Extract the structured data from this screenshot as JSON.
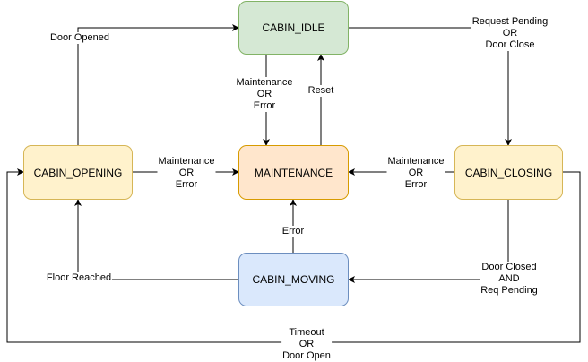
{
  "colors": {
    "idle_fill": "#d5e8d4",
    "idle_border": "#82b366",
    "opening_fill": "#fff2cc",
    "opening_border": "#d6b656",
    "closing_fill": "#fff2cc",
    "closing_border": "#d6b656",
    "maint_fill": "#ffe6cc",
    "maint_border": "#d79b00",
    "moving_fill": "#dae8fc",
    "moving_border": "#6c8ebf",
    "edge": "#000000"
  },
  "states": {
    "idle": "CABIN_IDLE",
    "opening": "CABIN_OPENING",
    "maintenance": "MAINTENANCE",
    "closing": "CABIN_CLOSING",
    "moving": "CABIN_MOVING"
  },
  "edges": {
    "door_opened": [
      "Door Opened"
    ],
    "request_pending": [
      "Request Pending",
      "OR",
      "Door Close"
    ],
    "idle_to_maint": [
      "Maintenance",
      "OR",
      "Error"
    ],
    "reset": [
      "Reset"
    ],
    "opening_to_maint": [
      "Maintenance",
      "OR",
      "Error"
    ],
    "closing_to_maint": [
      "Maintenance",
      "OR",
      "Error"
    ],
    "moving_error": [
      "Error"
    ],
    "floor_reached": [
      "Floor Reached"
    ],
    "door_closed": [
      "Door Closed",
      "AND",
      "Req Pending"
    ],
    "timeout": [
      "Timeout",
      "OR",
      "Door Open"
    ]
  }
}
